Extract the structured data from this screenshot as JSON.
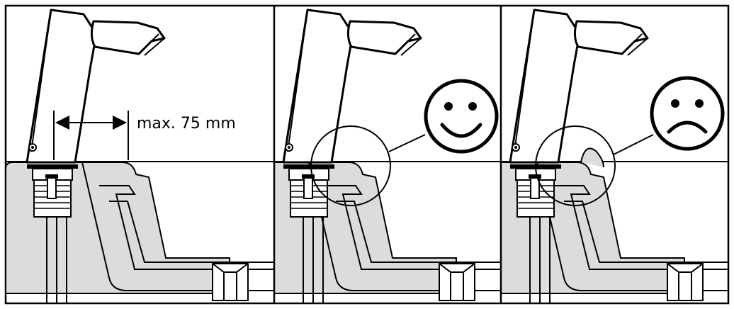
{
  "diagram": {
    "dimension_label": "max. 75 mm",
    "panels": [
      {
        "id": "panel-1",
        "shows": "dimension"
      },
      {
        "id": "panel-2",
        "shows": "smiley-face-icon"
      },
      {
        "id": "panel-3",
        "shows": "sad-face-icon"
      }
    ],
    "colors": {
      "line": "#000000",
      "basin_fill": "#dcdcdc",
      "background": "#ffffff"
    }
  }
}
